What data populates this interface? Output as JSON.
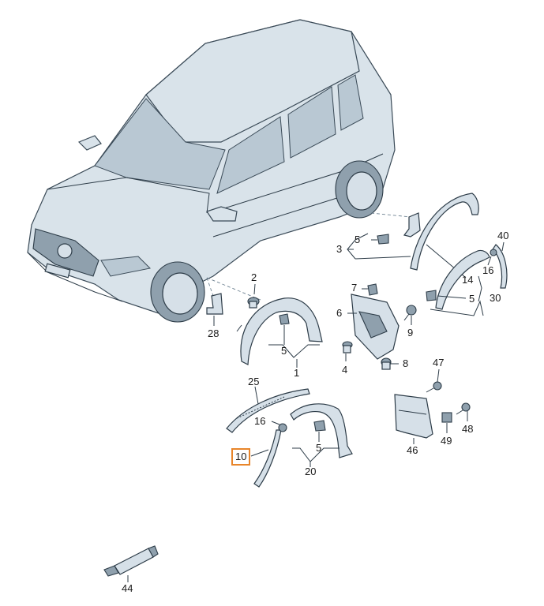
{
  "colors": {
    "highlight": "#e8852a",
    "part_fill": "#d6e0e8",
    "outline": "#2c3b47"
  },
  "highlighted_label": "10",
  "labels": {
    "l1": "1",
    "l2": "2",
    "l3": "3",
    "l4": "4",
    "l5a": "5",
    "l5b": "5",
    "l5c": "5",
    "l5d": "5",
    "l6": "6",
    "l7": "7",
    "l8": "8",
    "l9": "9",
    "l10": "10",
    "l14": "14",
    "l16a": "16",
    "l16b": "16",
    "l20": "20",
    "l25": "25",
    "l28": "28",
    "l30": "30",
    "l40": "40",
    "l44": "44",
    "l46": "46",
    "l47": "47",
    "l48": "48",
    "l49": "49"
  }
}
